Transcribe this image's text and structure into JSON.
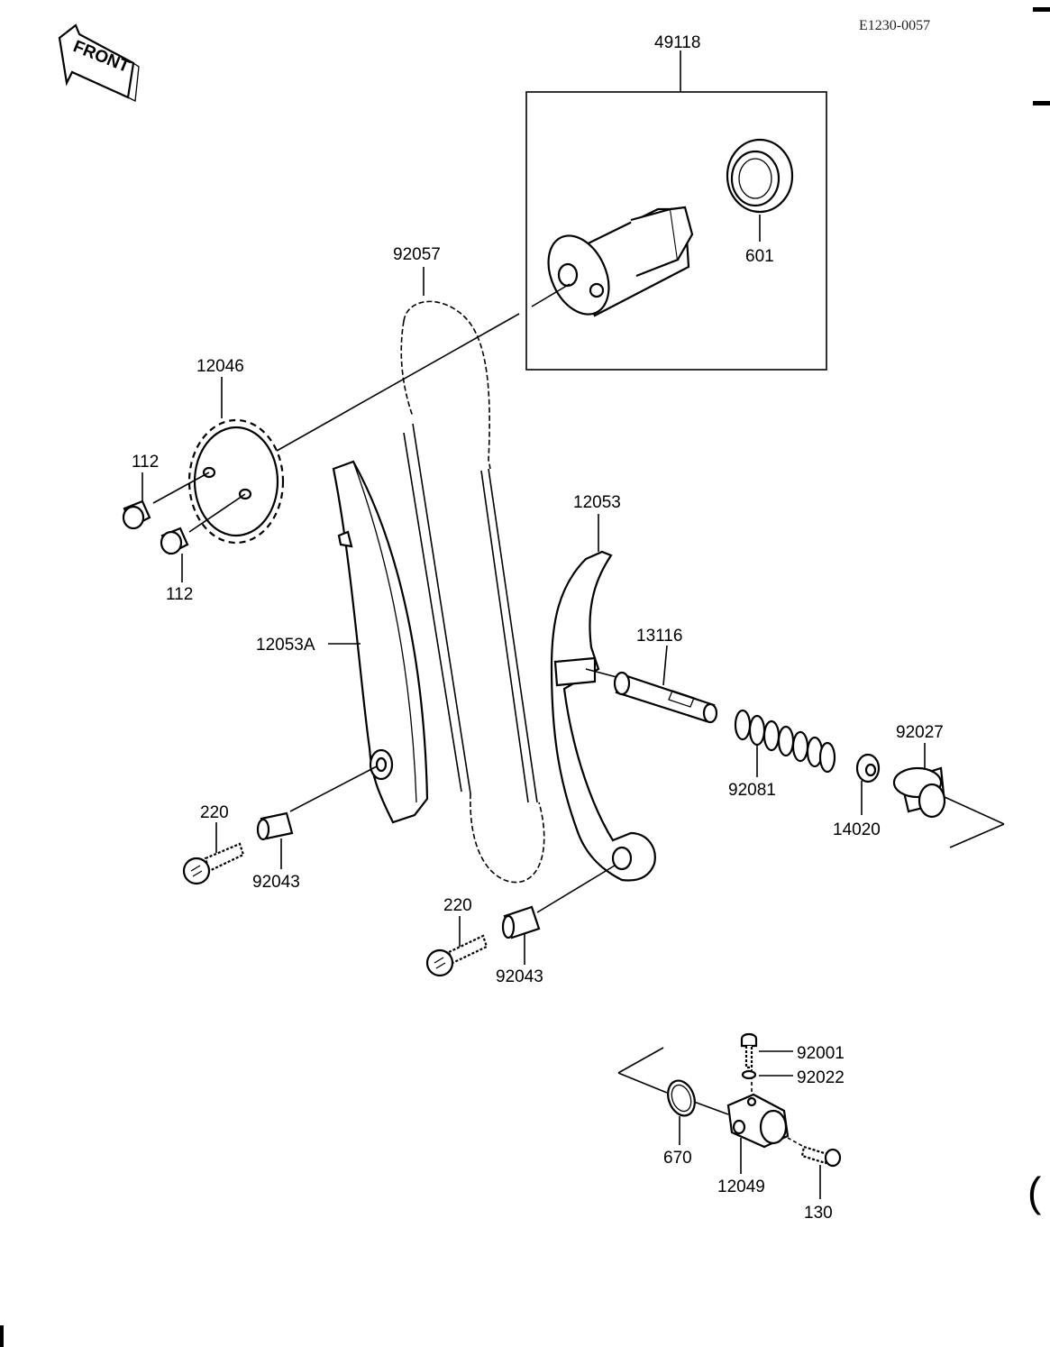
{
  "diagram_code": "E1230-0057",
  "front_label": "FRONT",
  "labels": {
    "camshaft_assy": "49118",
    "bearing": "601",
    "chain": "92057",
    "sprocket": "12046",
    "bolt_top": "112",
    "bolt_bottom": "112",
    "guide_left": "12053A",
    "guide_right": "12053",
    "rod": "13116",
    "spring": "92081",
    "cap": "92027",
    "ring": "14020",
    "bolt220_left": "220",
    "collar_left": "92043",
    "bolt220_right": "220",
    "collar_right": "92043",
    "bolt_92001": "92001",
    "washer_92022": "92022",
    "oring_670": "670",
    "tensioner_body": "12049",
    "bolt_130": "130"
  }
}
